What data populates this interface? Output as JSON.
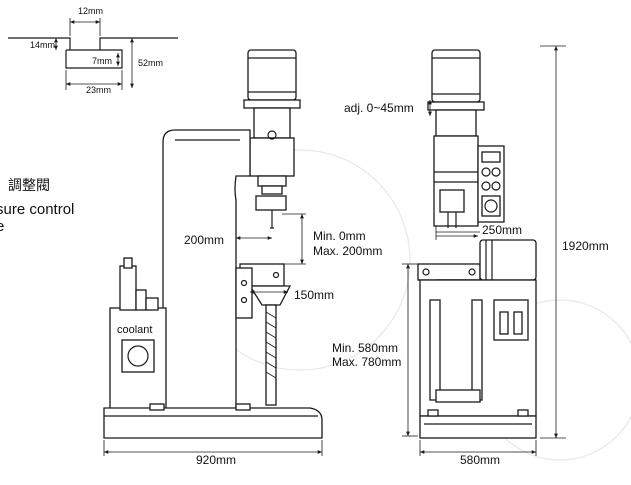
{
  "slot_detail": {
    "top_width": "12mm",
    "step_depth": "14mm",
    "slot_depth": "7mm",
    "bottom_width": "23mm",
    "total_height": "52mm"
  },
  "side_notes": {
    "cjk_label": "調整閥",
    "line1": "sure control",
    "line2": "e"
  },
  "left_view": {
    "coolant_label": "coolant",
    "throat_dim": "200mm",
    "stroke_min": "Min.      0mm",
    "stroke_max": "Max. 200mm",
    "table_dim": "150mm",
    "base_width": "920mm"
  },
  "right_view": {
    "adjust_dim": "adj. 0~45mm",
    "motor_dim": "250mm",
    "table_min": "Min.  580mm",
    "table_max": "Max. 780mm",
    "overall_height": "1920mm",
    "base_width": "580mm"
  }
}
